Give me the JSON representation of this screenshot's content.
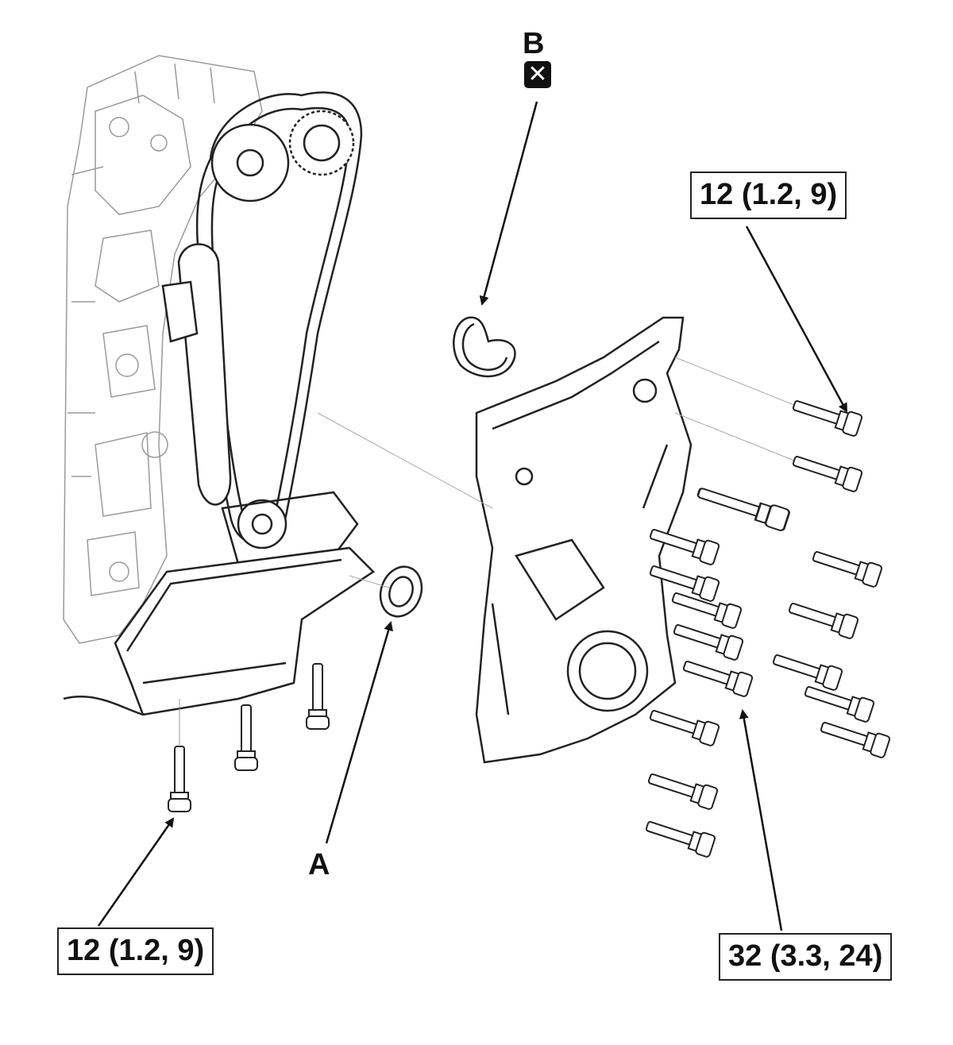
{
  "labels": {
    "part_a": "A",
    "part_b": "B",
    "replace_symbol": "✕"
  },
  "torque_specs": {
    "oil_pan_bolt": "12 (1.2, 9)",
    "upper_cover_bolt": "12 (1.2, 9)",
    "cover_bolts": "32 (3.3, 24)"
  },
  "icons": [
    "replace-part-icon"
  ]
}
